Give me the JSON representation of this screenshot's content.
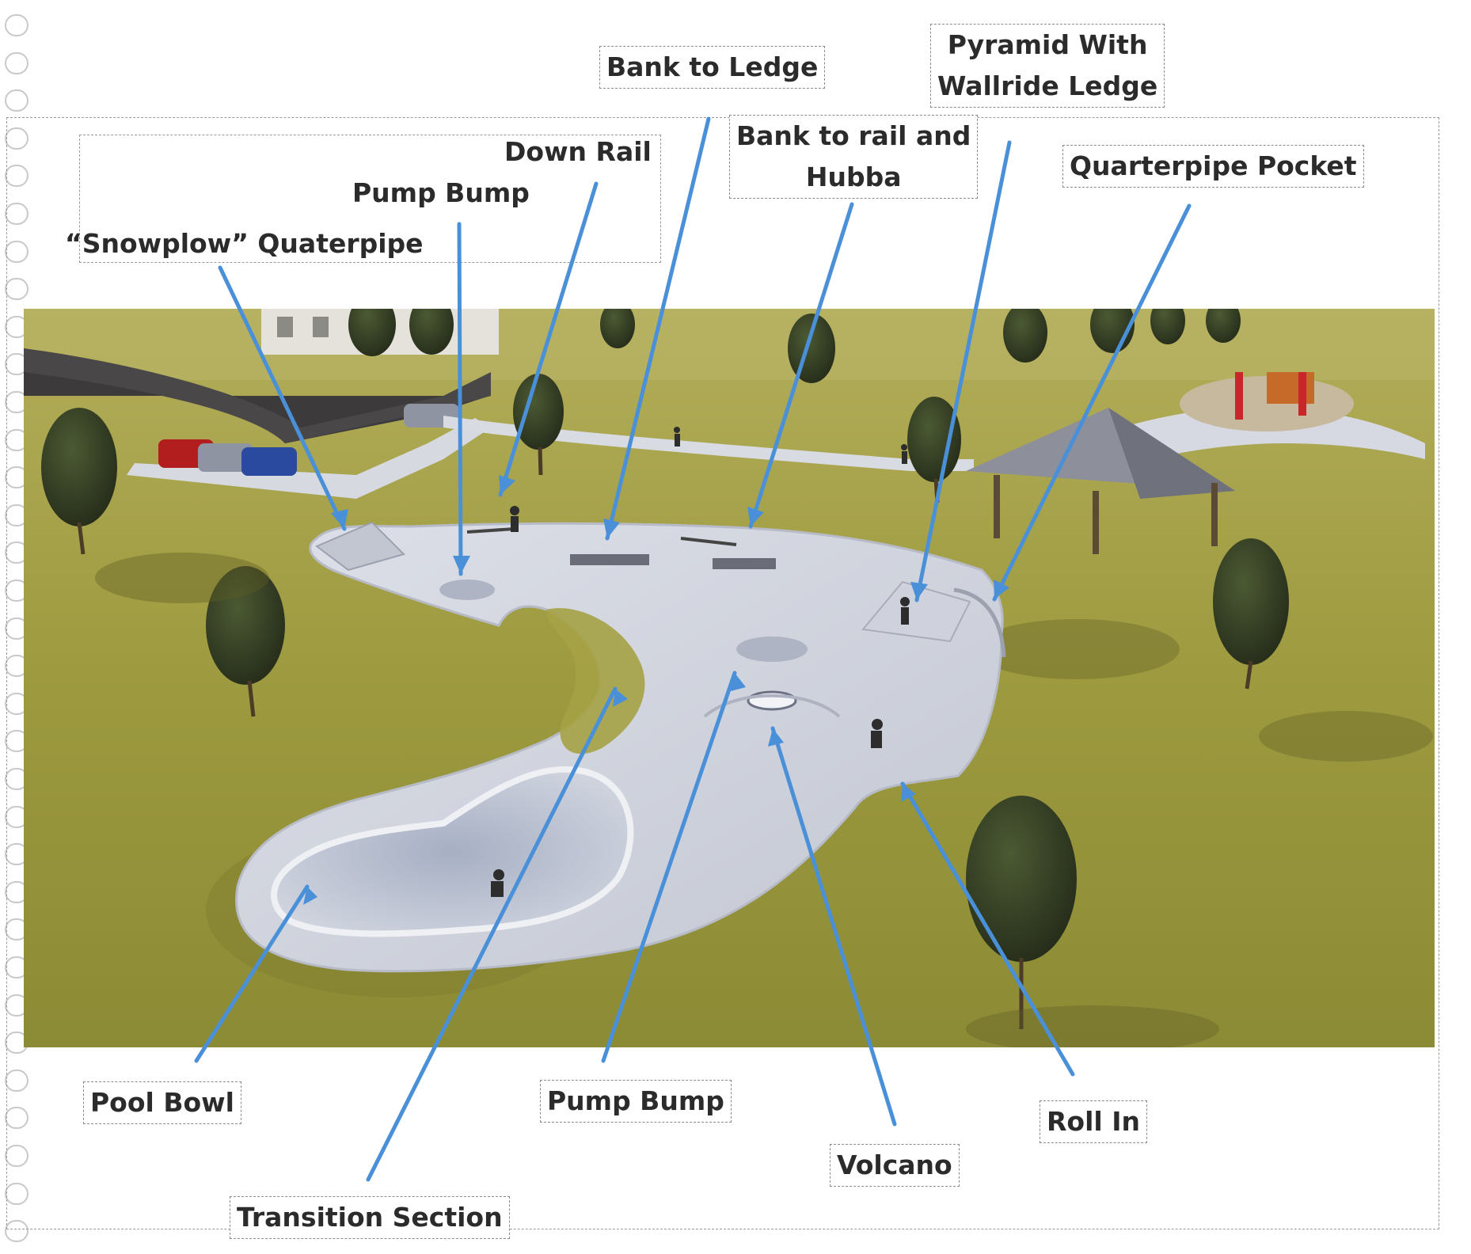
{
  "labels": {
    "bank_to_ledge": "Bank to Ledge",
    "pyramid_line1": "Pyramid With",
    "pyramid_line2": "Wallride Ledge",
    "bank_rail_line1": "Bank to rail and",
    "bank_rail_line2": "Hubba",
    "down_rail": "Down Rail",
    "pump_bump_top": "Pump Bump",
    "snowplow": "“Snowplow” Quaterpipe",
    "quarterpipe_pocket": "Quarterpipe Pocket",
    "pool_bowl": "Pool Bowl",
    "pump_bump_bottom": "Pump Bump",
    "volcano": "Volcano",
    "roll_in": "Roll In",
    "transition_section": "Transition Section"
  },
  "colors": {
    "arrow": "#4a90d9",
    "grass": "#9a9a3c",
    "concrete": "#d3d6df",
    "label_text": "#2b2b2b",
    "dashed_border": "#8a8a8a"
  },
  "binding_icon": "spiral-binding-ring-icon"
}
